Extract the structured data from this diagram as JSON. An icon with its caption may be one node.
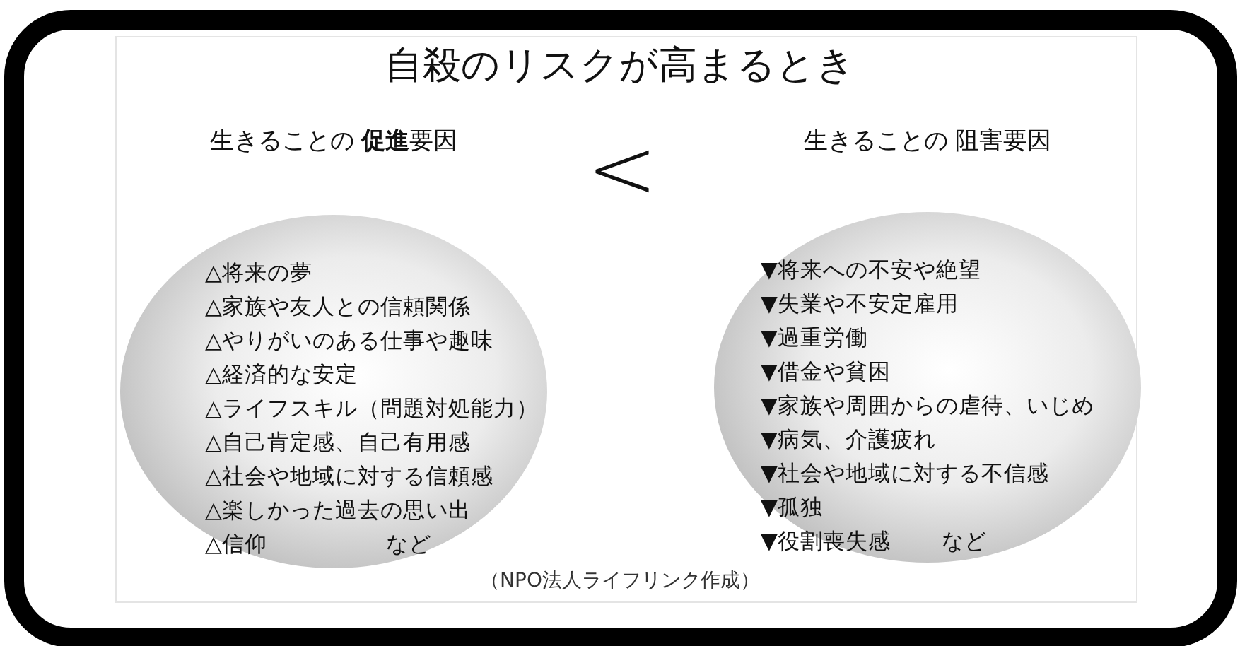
{
  "diagram": {
    "title": "自殺のリスクが高まるとき",
    "nodes": [
      {
        "text": [
          "生きることの **促進**要因",
          "△将来の夢",
          "△家族や友人との信頼関係",
          "△やりがいのある仕事や趣味",
          "△経済的な安定",
          "△ライフスキル（問題対処能力）",
          "△自己肯定感、自己有用感",
          "△社会や地域に対する信頼感",
          "△楽しかった過去の思い出",
          "△信仰",
          "など"
        ]
      },
      {
        "text": [
          "生きることの 阻害要因",
          "▼将来への不安や絶望",
          "▼失業や不安定雇用",
          "▼過重労働",
          "▼借金や貧困",
          "▼家族や周囲からの虐待、いじめ",
          "▼病気、介護疲れ",
          "▼社会や地域に対する不信感",
          "▼孤独",
          "▼役割喪失感",
          "など"
        ]
      }
    ],
    "edges": [],
    "labels": [
      "<"
    ],
    "caption": "（NPO法人ライフリンク作成）"
  }
}
